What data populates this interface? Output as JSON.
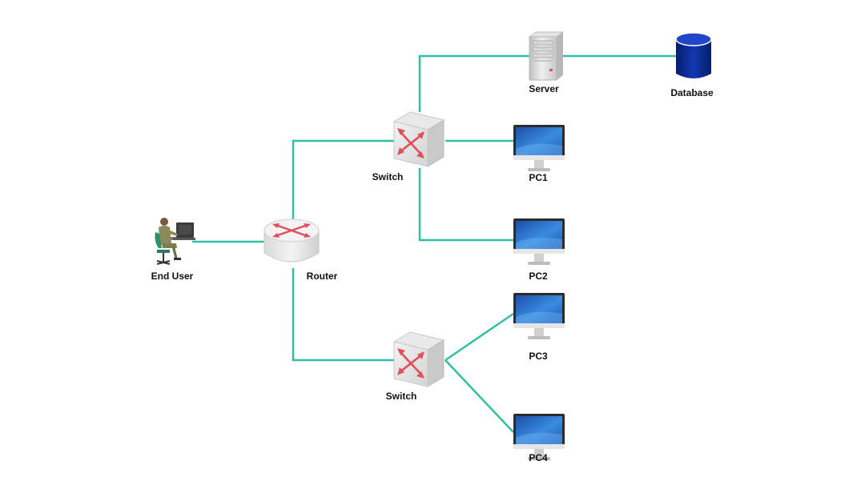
{
  "colors": {
    "link": "#2ebfa5",
    "arrow": "#e0505c",
    "screen": "#2a73c9",
    "database": "#0a2a8c"
  },
  "nodes": [
    {
      "id": "end-user",
      "label": "End User",
      "icon": "end-user-icon"
    },
    {
      "id": "router",
      "label": "Router",
      "icon": "router-icon"
    },
    {
      "id": "switch-1",
      "label": "Switch",
      "icon": "switch-icon"
    },
    {
      "id": "switch-2",
      "label": "Switch",
      "icon": "switch-icon"
    },
    {
      "id": "server",
      "label": "Server",
      "icon": "server-icon"
    },
    {
      "id": "database",
      "label": "Database",
      "icon": "database-icon"
    },
    {
      "id": "pc1",
      "label": "PC1",
      "icon": "monitor-icon"
    },
    {
      "id": "pc2",
      "label": "PC2",
      "icon": "monitor-icon"
    },
    {
      "id": "pc3",
      "label": "PC3",
      "icon": "monitor-icon"
    },
    {
      "id": "pc4",
      "label": "PC4",
      "icon": "monitor-icon"
    }
  ],
  "links": [
    {
      "from": "end-user",
      "to": "router"
    },
    {
      "from": "router",
      "to": "switch-1"
    },
    {
      "from": "router",
      "to": "switch-2"
    },
    {
      "from": "switch-1",
      "to": "server"
    },
    {
      "from": "server",
      "to": "database"
    },
    {
      "from": "switch-1",
      "to": "pc1"
    },
    {
      "from": "switch-1",
      "to": "pc2"
    },
    {
      "from": "switch-2",
      "to": "pc3"
    },
    {
      "from": "switch-2",
      "to": "pc4"
    }
  ]
}
